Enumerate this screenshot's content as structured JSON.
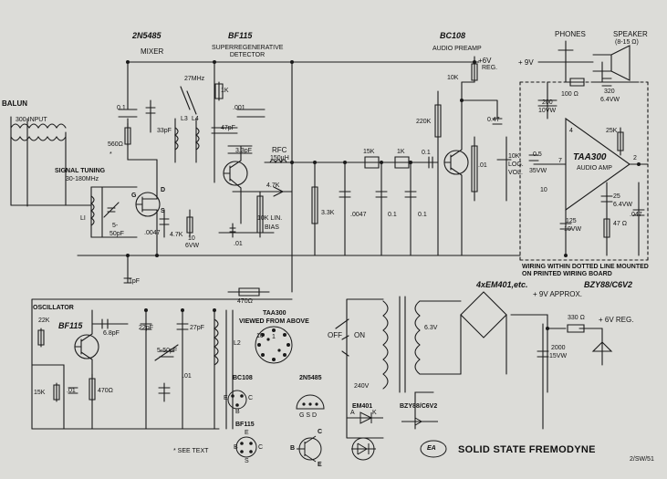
{
  "diagram": {
    "title": "SOLID STATE FREMODYNE",
    "figure_code": "2/SW/51",
    "see_text": "* SEE TEXT",
    "note": "WIRING WITHIN DOTTED LINE MOUNTED ON PRINTED WIRING BOARD",
    "stages": {
      "mixer_part": "2N5485",
      "mixer_label": "MIXER",
      "detector_part": "BF115",
      "detector_label": "SUPERREGENERATIVE DETECTOR",
      "preamp_part": "BC108",
      "preamp_label": "AUDIO PREAMP",
      "osc_label": "OSCILLATOR",
      "osc_part": "BF115",
      "amp_ic": "TAA300",
      "amp_label": "AUDIO AMP",
      "rectifier": "4xEM401,etc.",
      "zener": "BZY88/C6V2"
    },
    "antenna": {
      "balun": "BALUN",
      "input": "300 INPUT",
      "tuning1": "SIGNAL TUNING",
      "tuning2": "30-180MHz"
    },
    "components": {
      "c_01a": "0.1",
      "r_560": "560Ω",
      "star": "*",
      "c_33p": "33pF",
      "l_27": "27MHz",
      "l3": "L3",
      "l4": "L4",
      "r_1k_a": "1K",
      "c_001": ".001",
      "c_47p": "47pF",
      "c_33p2": "3.3pF",
      "rfc": "RFC",
      "rfc_v": "150µH",
      "r_47k_a": "4.7K",
      "pot": "10K LIN.",
      "pot2": "BIAS",
      "c_10_6": "10",
      "c_6vw": "6VW",
      "c_01b": ".01",
      "c_0047": ".0047",
      "r_47k_b": "4.7K",
      "c_550": "5-",
      "c_550b": "50pF",
      "l1": "LI",
      "g": "G",
      "d": "D",
      "s": "S",
      "r_33k": "3.3K",
      "c_0047b": ".0047",
      "r_15k": "15K",
      "c_01c": "0.1",
      "r_1k_b": "1K",
      "c_01d": "0.1",
      "c_01e": "0.1",
      "r_10k": "10K",
      "r_220k": "220K",
      "c_047": "0.47",
      "c_01f": ".01",
      "vol1": "10K",
      "vol2": "LOG.",
      "vol3": "VOL.",
      "plus6": "+6V",
      "reg": "REG.",
      "c_05": "0.5",
      "c_35": "35VW",
      "pin7": "7",
      "pin10": "10",
      "pin2": "2",
      "pin4": "4",
      "c_200": "200",
      "c_10vw": "10VW",
      "r_100": "100 Ω",
      "c_320": "320",
      "c_64": "6.4VW",
      "r_25k": "25K",
      "c_25": "25",
      "c_64b": "6.4VW",
      "r_47": "47 Ω",
      "c_047b": ".047",
      "c_125": "125",
      "c_10vwb": "10VW",
      "plus9": "+ 9V",
      "phones": "PHONES",
      "speaker": "SPEAKER",
      "speaker_v": "(8-15 Ω)",
      "c_1p": "1pF",
      "r_470": "470Ω",
      "r_22k": "22K",
      "c_68": "6.8pF",
      "c_22p": "22pF",
      "c_27p": "27pF",
      "c_5_50": "5-50pF",
      "l2": "L2",
      "c_01g": ".01",
      "r_15kb": "15K",
      "c_01h": ".01",
      "r_470b": "470Ω",
      "off": "OFF",
      "on": "ON",
      "v240": "240V",
      "v63": "6.3V",
      "v9approx": "+ 9V APPROX.",
      "r_330": "330 Ω",
      "plus6reg": "+ 6V REG.",
      "c_2000": "2000",
      "c_15vw": "15VW"
    },
    "pinouts": {
      "taa_title": "TAA300",
      "taa_sub": "VIEWED FROM ABOVE",
      "taa_1": "1",
      "taa_10": "10",
      "bc108": "BC108",
      "bc_e": "E",
      "bc_b": "B",
      "bc_c": "C",
      "n2n": "2N5485",
      "n2n_pins": "G S D",
      "em401": "EM401",
      "em_a": "A",
      "em_k": "K",
      "bzy": "BZY88/C6V2",
      "bf115": "BF115",
      "bf_e": "E",
      "bf_s": "S",
      "bf_b": "B",
      "bf_c": "C",
      "sym_b": "B",
      "sym_c": "C",
      "sym_e": "E",
      "logo": "EA"
    }
  }
}
